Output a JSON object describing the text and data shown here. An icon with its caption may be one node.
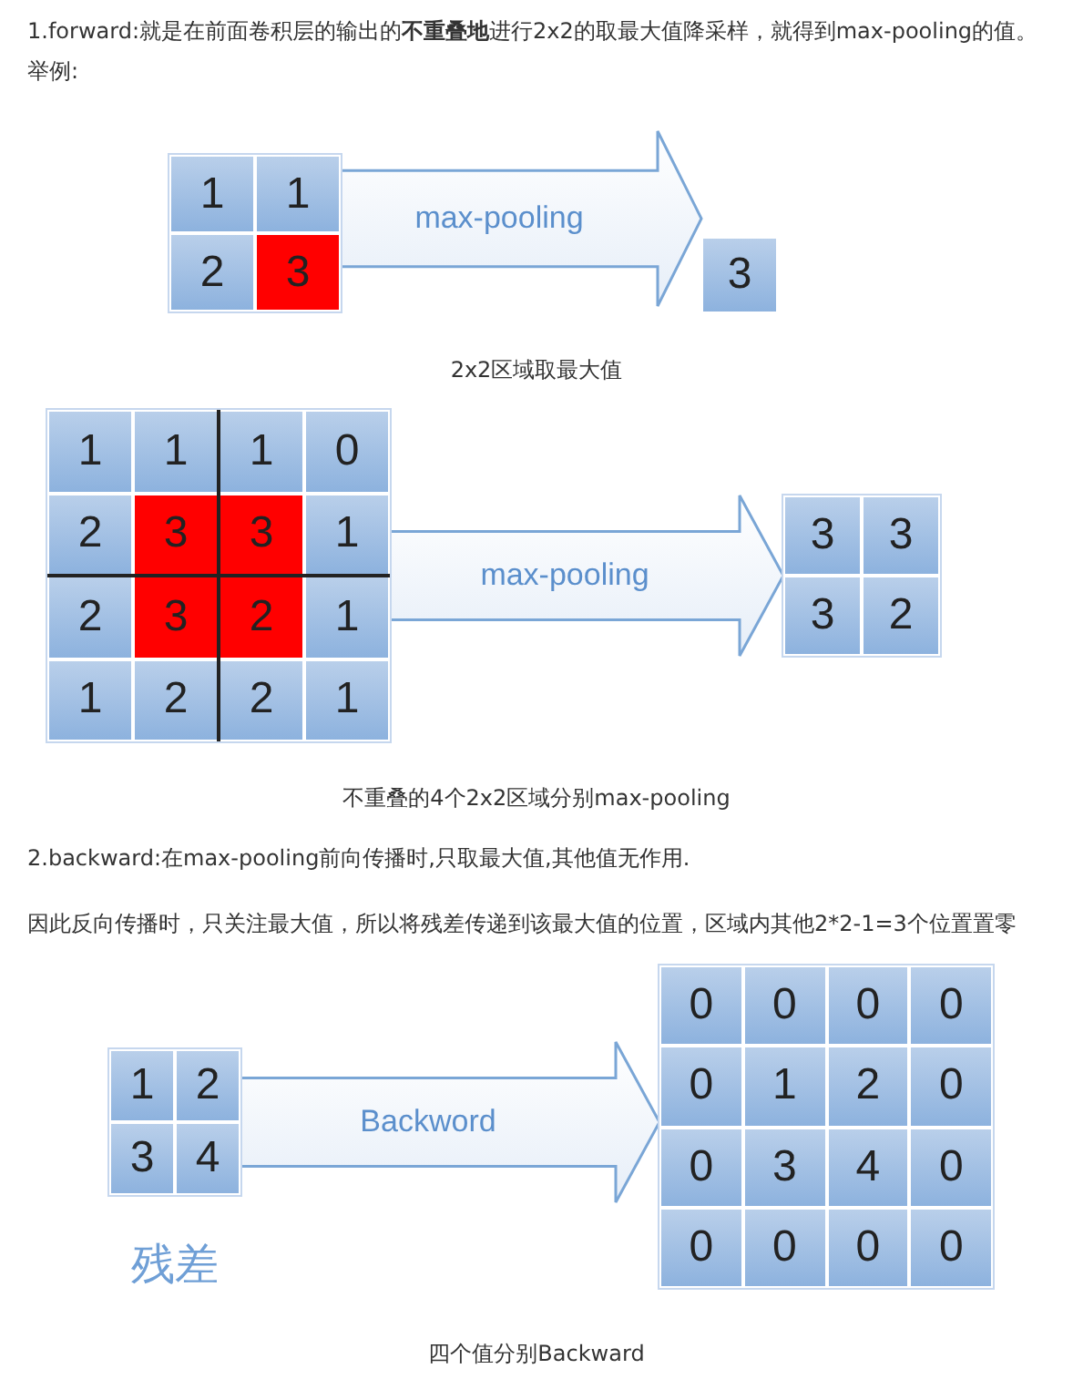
{
  "diagram": {
    "nodes": [
      {
        "text": [],
        "shape": "box"
      },
      {
        "text": [
          "1"
        ],
        "in": 0
      },
      {
        "text": [
          "1"
        ],
        "in": 0
      },
      {
        "text": [
          "2"
        ],
        "in": 0
      },
      {
        "text": [
          "3"
        ],
        "in": 0
      },
      {
        "text": [
          "3"
        ]
      },
      {
        "text": [],
        "shape": "box"
      },
      {
        "text": [
          "1"
        ],
        "in": 6
      },
      {
        "text": [
          "1"
        ],
        "in": 6
      },
      {
        "text": [
          "1"
        ],
        "in": 6
      },
      {
        "text": [
          "0"
        ],
        "in": 6
      },
      {
        "text": [
          "2"
        ],
        "in": 6
      },
      {
        "text": [
          "3"
        ],
        "in": 6
      },
      {
        "text": [
          "3"
        ],
        "in": 6
      },
      {
        "text": [
          "1"
        ],
        "in": 6
      },
      {
        "text": [
          "2"
        ],
        "in": 6
      },
      {
        "text": [
          "3"
        ],
        "in": 6
      },
      {
        "text": [
          "2"
        ],
        "in": 6
      },
      {
        "text": [
          "1"
        ],
        "in": 6
      },
      {
        "text": [
          "1"
        ],
        "in": 6
      },
      {
        "text": [
          "2"
        ],
        "in": 6
      },
      {
        "text": [
          "2"
        ],
        "in": 6
      },
      {
        "text": [
          "1"
        ],
        "in": 6
      },
      {
        "text": [],
        "shape": "box"
      },
      {
        "text": [
          "3"
        ],
        "in": 23
      },
      {
        "text": [
          "3"
        ],
        "in": 23
      },
      {
        "text": [
          "3"
        ],
        "in": 23
      },
      {
        "text": [
          "2"
        ],
        "in": 23
      },
      {
        "text": [],
        "shape": "box",
        "beside": [
          "残差"
        ]
      },
      {
        "text": [
          "1"
        ],
        "in": 28
      },
      {
        "text": [
          "2"
        ],
        "in": 28
      },
      {
        "text": [
          "3"
        ],
        "in": 28
      },
      {
        "text": [
          "4"
        ],
        "in": 28
      },
      {
        "text": [],
        "shape": "box"
      },
      {
        "text": [
          "0"
        ],
        "in": 33
      },
      {
        "text": [
          "0"
        ],
        "in": 33
      },
      {
        "text": [
          "0"
        ],
        "in": 33
      },
      {
        "text": [
          "0"
        ],
        "in": 33
      },
      {
        "text": [
          "0"
        ],
        "in": 33
      },
      {
        "text": [
          "1"
        ],
        "in": 33
      },
      {
        "text": [
          "2"
        ],
        "in": 33
      },
      {
        "text": [
          "0"
        ],
        "in": 33
      },
      {
        "text": [
          "0"
        ],
        "in": 33
      },
      {
        "text": [
          "3"
        ],
        "in": 33
      },
      {
        "text": [
          "4"
        ],
        "in": 33
      },
      {
        "text": [
          "0"
        ],
        "in": 33
      },
      {
        "text": [
          "0"
        ],
        "in": 33
      },
      {
        "text": [
          "0"
        ],
        "in": 33
      },
      {
        "text": [
          "0"
        ],
        "in": 33
      },
      {
        "text": [
          "0"
        ],
        "in": 33
      }
    ],
    "edges": [
      {
        "from": 0,
        "to": 5,
        "arrow": "to",
        "label": "max-pooling"
      },
      {
        "from": 6,
        "to": 23,
        "arrow": "to",
        "label": "max-pooling"
      },
      {
        "from": 28,
        "to": 33,
        "arrow": "to",
        "label": "Backword"
      }
    ],
    "labels": [
      "1.forward:就是在前面卷积层的输出的**不重叠地**进行2x2的取最大值降采样，就得到max-pooling的值。举例:",
      "2x2区域取最大值",
      "不重叠的4个2x2区域分别max-pooling",
      "2.backward:在max-pooling前向传播时,只取最大值,其他值无作用.",
      "因此反向传播时，只关注最大值，所以将残差传递到该最大值的位置，区域内其他2*2-1=3个位置置零",
      "四个值分别Backward"
    ]
  }
}
